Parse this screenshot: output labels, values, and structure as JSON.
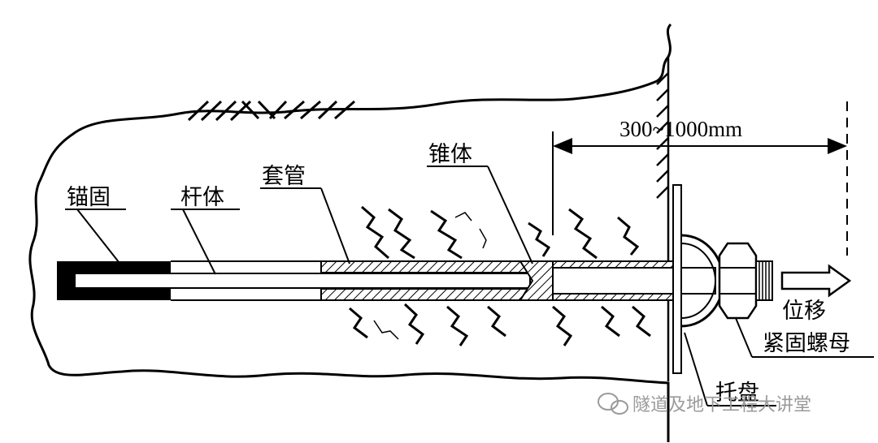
{
  "diagram": {
    "labels": {
      "anchor": "锚固",
      "rod": "杆体",
      "sleeve": "套管",
      "cone": "锥体",
      "dimension": "300~1000mm",
      "displacement": "位移",
      "nut": "紧固螺母",
      "tray": "托盘"
    },
    "watermark": "隧道及地下工程大讲堂"
  },
  "colors": {
    "ink": "#000000",
    "watermark": "#9a9a9a"
  }
}
